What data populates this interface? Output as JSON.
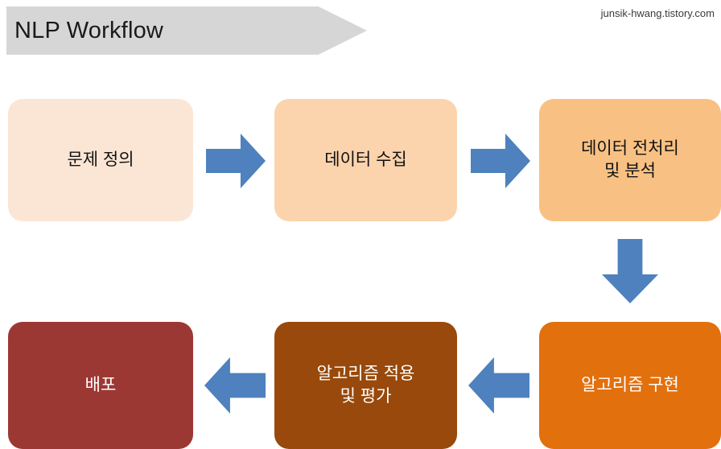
{
  "header": {
    "title": "NLP Workflow",
    "watermark": "junsik-hwang.tistory.com",
    "banner_color": "#D6D6D6"
  },
  "theme": {
    "arrow_color": "#4E81BD",
    "background": "#FFFFFF"
  },
  "diagram": {
    "nodes": [
      {
        "id": "problem",
        "label": "문제 정의",
        "fill": "#FBE6D5",
        "text_color": "#111111",
        "row": "top",
        "order": 1
      },
      {
        "id": "collect",
        "label": "데이터 수집",
        "fill": "#FBD3AD",
        "text_color": "#111111",
        "row": "top",
        "order": 2
      },
      {
        "id": "preproc",
        "label": "데이터 전처리\n및 분석",
        "fill": "#F8C183",
        "text_color": "#111111",
        "row": "top",
        "order": 3
      },
      {
        "id": "implement",
        "label": "알고리즘 구현",
        "fill": "#E2700D",
        "text_color": "#FFFFFF",
        "row": "bottom",
        "order": 4
      },
      {
        "id": "evaluate",
        "label": "알고리즘 적용\n및 평가",
        "fill": "#98490B",
        "text_color": "#FFFFFF",
        "row": "bottom",
        "order": 5
      },
      {
        "id": "deploy",
        "label": "배포",
        "fill": "#9C3833",
        "text_color": "#FFFFFF",
        "row": "bottom",
        "order": 6
      }
    ],
    "connectors": [
      {
        "id": "problem-collect",
        "from": "problem",
        "to": "collect",
        "direction": "right"
      },
      {
        "id": "collect-preproc",
        "from": "collect",
        "to": "preproc",
        "direction": "right"
      },
      {
        "id": "preproc-implement",
        "from": "preproc",
        "to": "implement",
        "direction": "down"
      },
      {
        "id": "implement-eval",
        "from": "implement",
        "to": "evaluate",
        "direction": "left"
      },
      {
        "id": "eval-deploy",
        "from": "evaluate",
        "to": "deploy",
        "direction": "left"
      }
    ]
  }
}
